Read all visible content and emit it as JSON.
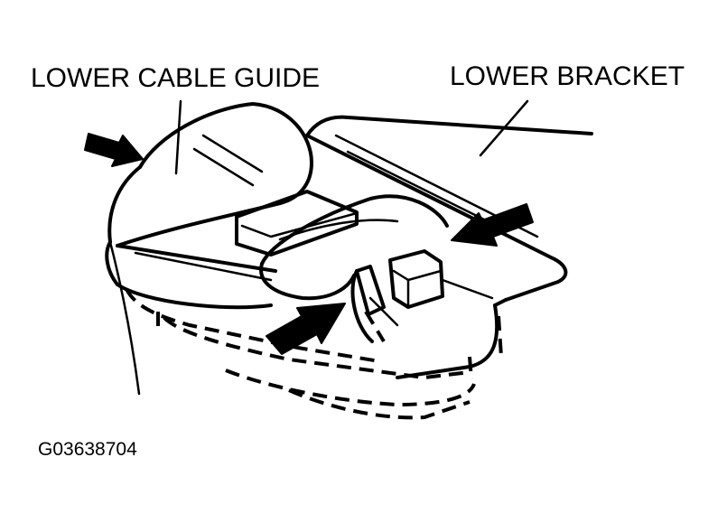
{
  "labels": {
    "lower_cable_guide": "LOWER CABLE GUIDE",
    "lower_bracket": "LOWER BRACKET",
    "figure_id": "G03638704"
  },
  "colors": {
    "ink": "#000000",
    "background": "#ffffff"
  }
}
